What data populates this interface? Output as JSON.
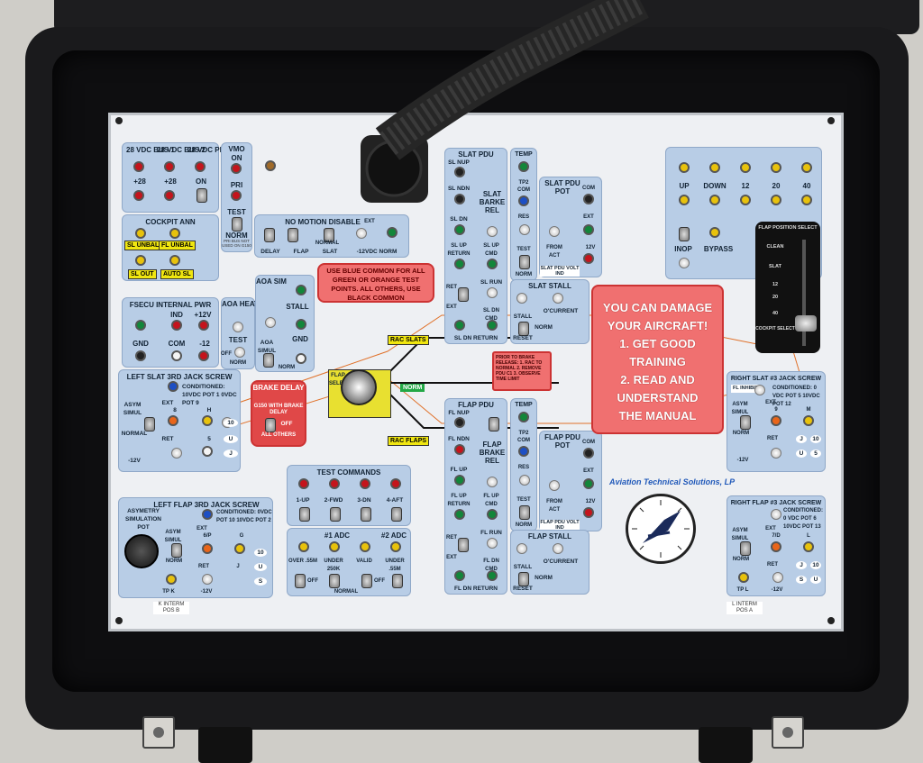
{
  "case": {
    "lid_latches": [
      "latch-left",
      "latch-right"
    ]
  },
  "panel": {
    "power": {
      "labels": [
        "28 VDC BUS 1",
        "28 VDC BUS 2",
        "28 VDC PRI"
      ],
      "row2": [
        "+28",
        "+28",
        "ON"
      ]
    },
    "vmo": {
      "title": "VMO",
      "labels": [
        "ON",
        "PRI",
        "TEST",
        "NORM"
      ],
      "note": "PRI BUS NOT USED ON G150"
    },
    "cockpit_ann": {
      "title": "COCKPIT ANN",
      "tags": [
        "SL UNBAL",
        "FL UNBAL",
        "SL OUT",
        "AUTO SL"
      ]
    },
    "no_motion": {
      "title": "NO MOTION DISABLE",
      "ext": "EXT",
      "labels": [
        "DELAY",
        "FLAP",
        "SLAT",
        "-12VDC NORM"
      ],
      "normal": "NORMAL"
    },
    "blue_common": "USE BLUE COMMON FOR ALL GREEN OR ORANGE TEST POINTS. ALL OTHERS, USE BLACK COMMON",
    "fsecu": {
      "title": "FSECU INTERNAL PWR",
      "labels": [
        "IND",
        "+12V",
        "GND",
        "COM",
        "-12"
      ]
    },
    "aoa_sim": {
      "title": "AOA SIM",
      "labels": [
        "STALL",
        "GND",
        "AOA SIMUL",
        "NORM"
      ]
    },
    "aoa_heat": {
      "title": "AOA HEAT",
      "labels": [
        "TEST",
        "OFF",
        "NORM"
      ]
    },
    "left_slat": {
      "title": "LEFT SLAT 3RD JACK SCREW",
      "cond": "CONDITIONED: 10VDC POT 1 0VDC POT 9",
      "labels": [
        "ASYM SIMUL",
        "EXT",
        "8",
        "H",
        "NORMAL",
        "RET",
        "5",
        "-12V"
      ],
      "letters": [
        "10",
        "U",
        "J"
      ]
    },
    "brake_delay": {
      "title": "BRAKE DELAY",
      "text": "G150 WITH BRAKE DELAY",
      "off": "OFF",
      "all": "ALL OTHERS"
    },
    "flap_sel": "FLAP SELECT",
    "rac": {
      "slats": "RAC SLATS",
      "flaps": "RAC FLAPS",
      "norm": "NORM"
    },
    "prior_brake": "PRIOR TO BRAKE RELEASE: 1. RAC TO NORMAL 2. REMOVE PDU C1 3. OBSERVE TIME LIMIT",
    "slat_pdu": {
      "title": "SLAT PDU",
      "labels": [
        "SL NUP",
        "SL NDN",
        "SLAT BARKE REL",
        "SL DN",
        "SL UP RETURN",
        "SL UP CMD",
        "SL RUN",
        "RET",
        "EXT",
        "SL DN CMD",
        "SL DN RETURN"
      ]
    },
    "flap_pdu": {
      "title": "FLAP PDU",
      "labels": [
        "FL NUP",
        "FL NDN",
        "FLAP BRAKE REL",
        "FL UP",
        "FL UP RETURN",
        "FL UP CMD",
        "FL RUN",
        "RET",
        "EXT",
        "FL DN CMD",
        "FL DN RETURN"
      ]
    },
    "temp": {
      "title": "TEMP",
      "labels": [
        "TP2",
        "COM",
        "RES",
        "TEST",
        "NORM"
      ]
    },
    "slat_pdu_pot": {
      "title": "SLAT PDU POT",
      "labels": [
        "COM",
        "EXT",
        "12V",
        "FROM ACT",
        "SLAT PDU VOLT IND"
      ]
    },
    "flap_pdu_pot": {
      "title": "FLAP PDU POT",
      "labels": [
        "COM",
        "EXT",
        "12V",
        "FROM ACT",
        "FLAP PDU VOLT IND"
      ]
    },
    "slat_stall": {
      "title": "SLAT STALL",
      "labels": [
        "STALL",
        "O'CURRENT",
        "NORM",
        "RESET"
      ]
    },
    "flap_stall": {
      "title": "FLAP STALL",
      "labels": [
        "STALL",
        "O'CURRENT",
        "NORM",
        "RESET"
      ]
    },
    "flap_pos": {
      "labels": [
        "UP",
        "DOWN",
        "12",
        "20",
        "40",
        "INOP",
        "BYPASS"
      ],
      "select": "FLAP POSITION SELECT",
      "positions": [
        "CLEAN",
        "SLAT",
        "12",
        "20",
        "40",
        "COCKPIT SELECT"
      ]
    },
    "warning": [
      "YOU CAN DAMAGE",
      "YOUR AIRCRAFT!",
      "1. GET GOOD",
      "TRAINING",
      "2. READ AND",
      "UNDERSTAND",
      "THE MANUAL"
    ],
    "right_slat": {
      "title": "RIGHT SLAT #3 JACK SCREW",
      "inhibit": "FL INHIBIT",
      "cond": "CONDITIONED: 0 VDC POT 5 10VDC POT 12",
      "labels": [
        "ASYM SIMUL",
        "EXT",
        "9",
        "M",
        "NORM",
        "RET",
        "-12V"
      ],
      "letters": [
        "J",
        "10",
        "U",
        "5"
      ]
    },
    "right_flap": {
      "title": "RIGHT FLAP #3 JACK SCREW",
      "cond": "CONDITIONED: 0 VDC POT 6 10VDC POT 13",
      "labels": [
        "ASYM SIMUL",
        "EXT",
        "7/D",
        "L",
        "NORM",
        "RET",
        "TP L",
        "-12V"
      ],
      "letters": [
        "J",
        "10",
        "S",
        "U"
      ],
      "interm": "L INTERM POS A"
    },
    "test_cmds": {
      "title": "TEST COMMANDS",
      "labels": [
        "1-UP",
        "2-FWD",
        "3-DN",
        "4-AFT"
      ]
    },
    "adc": {
      "adc1": "#1 ADC",
      "adc2": "#2 ADC",
      "labels": [
        "OVER .55M",
        "UNDER 250K",
        "VALID",
        "UNDER .55M"
      ],
      "off": "OFF",
      "normal": "NORMAL"
    },
    "left_flap": {
      "title": "LEFT FLAP 3RD JACK SCREW",
      "asym": "ASYMETRY SIMULATION POT",
      "cond": "CONDITIONED: 0VDC POT 10 10VDC POT 2",
      "labels": [
        "ASYM SIMUL",
        "EXT",
        "6/P",
        "G",
        "NORM",
        "RET",
        "TP K",
        "-12V"
      ],
      "letters": [
        "10",
        "U",
        "J",
        "S"
      ],
      "interm": "K INTERM POS B"
    },
    "brand": "Aviation Technical Solutions, LP"
  }
}
